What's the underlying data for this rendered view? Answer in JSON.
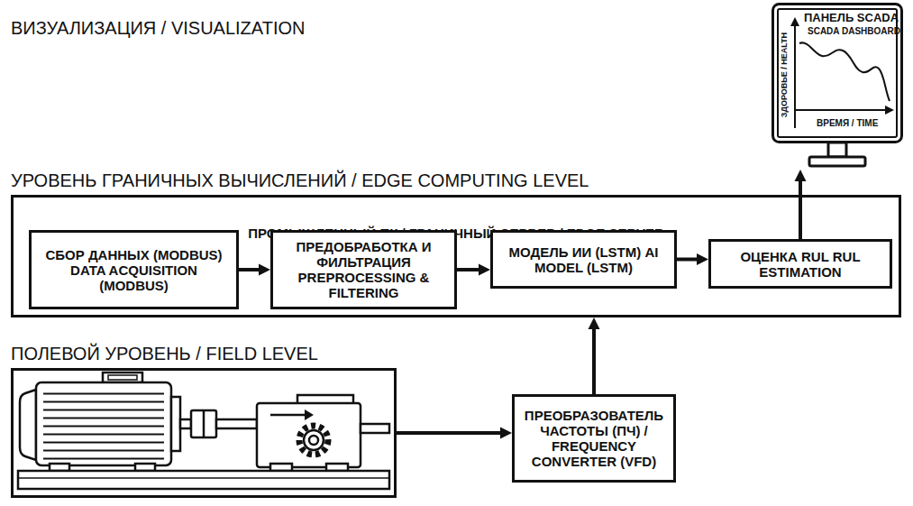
{
  "diagram": {
    "nodes": [
      {
        "text": [
          "ПАНЕЛЬ SCADA",
          "SCADA DASHBOARD",
          "ЗДОРОВЬЕ / HEALTH",
          "ВРЕМЯ / TIME"
        ]
      },
      {
        "text": [
          "УРОВЕНЬ ГРАНИЧНЫХ ВЫЧИСЛЕНИЙ / EDGE COMPUTING LEVEL",
          "ПРОМЫШЛЕННЫЙ ПК / ГРАНИЧНЫЙ СЕРВЕР / EDGE SERVER"
        ]
      },
      {
        "text": [
          "СБОР ДАННЫХ (MODBUS) DATA ACQUISITION (MODBUS)"
        ],
        "in": 1
      },
      {
        "text": [
          "ПРЕДОБРАБОТКА И ФИЛЬТРАЦИЯ PREPROCESSING & FILTERING"
        ],
        "in": 1
      },
      {
        "text": [
          "МОДЕЛЬ ИИ (LSTM) AI MODEL (LSTM)"
        ],
        "in": 1
      },
      {
        "text": [
          "ОЦЕНКА RUL RUL ESTIMATION"
        ],
        "in": 1
      },
      {
        "text": [
          "ПОЛЕВОЙ УРОВЕНЬ / FIELD LEVEL"
        ]
      },
      {
        "text": [
          "ПРЕОБРАЗОВАТЕЛЬ ЧАСТОТЫ (ПЧ) / FREQUENCY CONVERTER (VFD)"
        ]
      }
    ],
    "edges": [
      {
        "from": 2,
        "to": 3,
        "arrow": "to"
      },
      {
        "from": 3,
        "to": 4,
        "arrow": "to"
      },
      {
        "from": 4,
        "to": 5,
        "arrow": "to"
      },
      {
        "from": 5,
        "to": 0,
        "arrow": "to"
      },
      {
        "from": 6,
        "to": 7,
        "arrow": "to"
      },
      {
        "from": 7,
        "to": 1,
        "arrow": "to"
      }
    ],
    "labels": [
      "ВИЗУАЛИЗАЦИЯ / VISUALIZATION"
    ]
  }
}
